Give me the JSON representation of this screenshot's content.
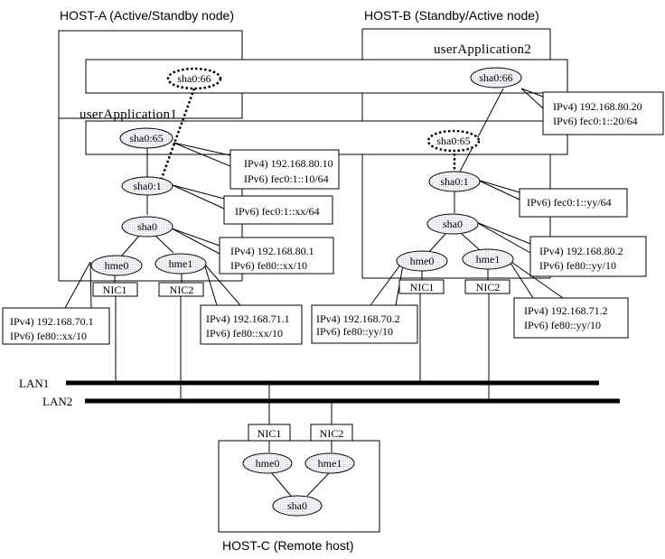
{
  "hosts": {
    "a": {
      "title": "HOST-A (Active/Standby node)"
    },
    "b": {
      "title": "HOST-B (Standby/Active node)"
    },
    "c": {
      "title": "HOST-C (Remote host)"
    }
  },
  "apps": {
    "app1": "userApplication1",
    "app2": "userApplication2"
  },
  "nodes": {
    "sha0_66": "sha0:66",
    "sha0_65": "sha0:65",
    "sha0_1": "sha0:1",
    "sha0": "sha0",
    "hme0": "hme0",
    "hme1": "hme1"
  },
  "nics": {
    "nic1": "NIC1",
    "nic2": "NIC2"
  },
  "lans": {
    "lan1": "LAN1",
    "lan2": "LAN2"
  },
  "callouts": {
    "a_sha065": [
      "IPv4) 192.168.80.10",
      "IPv6) fec0:1::10/64"
    ],
    "a_sha01": [
      "IPv6) fec0:1::xx/64"
    ],
    "a_sha0": [
      "IPv4) 192.168.80.1",
      "IPv6) fe80::xx/10"
    ],
    "a_hme0": [
      "IPv4) 192.168.70.1",
      "IPv6) fe80::xx/10"
    ],
    "a_hme1": [
      "IPv4) 192.168.71.1",
      "IPv6) fe80::xx/10"
    ],
    "b_sha066": [
      "IPv4) 192.168.80.20",
      "IPv6) fec0:1::20/64"
    ],
    "b_sha01": [
      "IPv6) fec0:1::yy/64"
    ],
    "b_sha0": [
      "IPv4) 192.168.80.2",
      "IPv6) fe80::yy/10"
    ],
    "b_hme0": [
      "IPv4) 192.168.70.2",
      "IPv6) fe80::yy/10"
    ],
    "b_hme1": [
      "IPv4) 192.168.71.2",
      "IPv6) fe80::yy/10"
    ]
  }
}
